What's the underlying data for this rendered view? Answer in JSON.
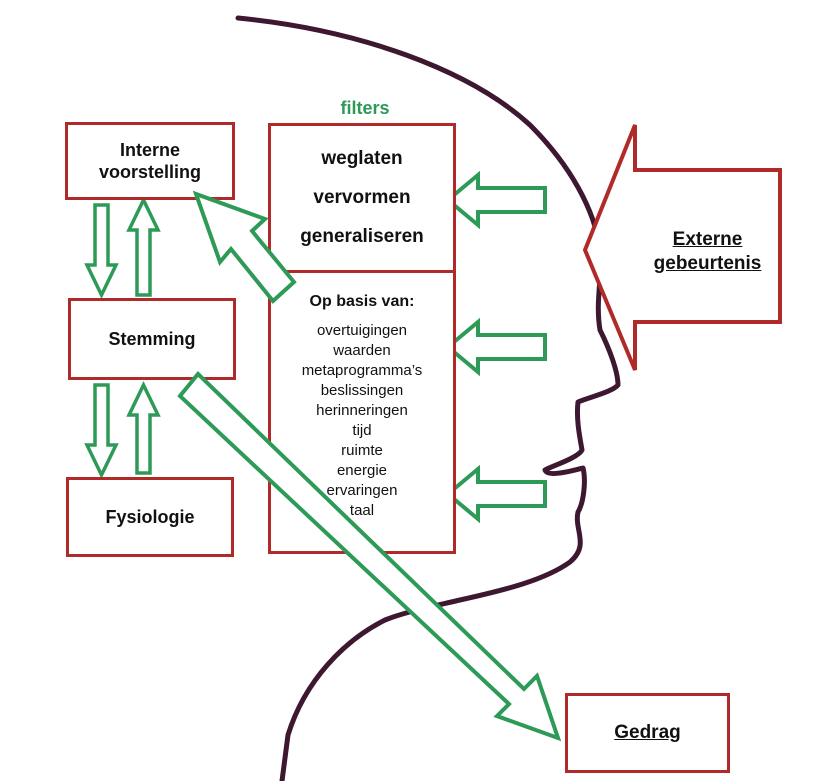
{
  "filters_title": "filters",
  "boxes": {
    "interne": "Interne voorstelling",
    "stemming": "Stemming",
    "fysiologie": "Fysiologie",
    "gedrag": "Gedrag",
    "externe": "Externe gebeurtenis"
  },
  "filter_items": [
    "weglaten",
    "vervormen",
    "generaliseren"
  ],
  "basis_title": "Op basis van:",
  "basis_items": [
    "overtuigingen",
    "waarden",
    "metaprogramma’s",
    "beslissingen",
    "herinneringen",
    "tijd",
    "ruimte",
    "energie",
    "ervaringen",
    "taal"
  ],
  "colors": {
    "box_border": "#b02a2a",
    "arrow": "#2e9a57",
    "head_outline": "#3d1830",
    "filters_title": "#2e9a57"
  }
}
